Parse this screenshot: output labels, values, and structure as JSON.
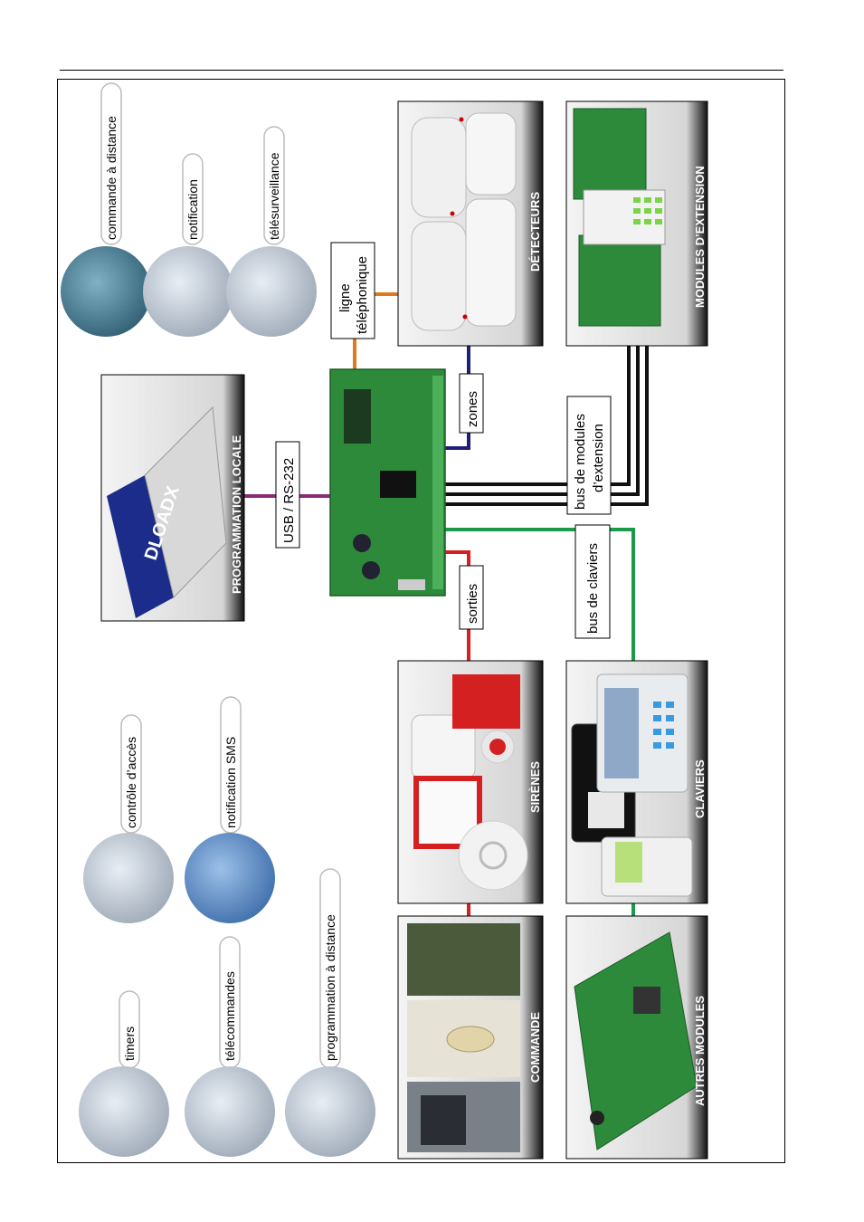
{
  "feature_labels": {
    "remote_control": "commande à distance",
    "notification": "notification",
    "telemonitoring": "télésurveillance",
    "access_control": "contrôle d’accès",
    "sms_notification": "notification SMS",
    "timers": "timers",
    "remote_controls": "télécommandes",
    "remote_programming": "programmation à distance"
  },
  "panels": {
    "local_programming": "PROGRAMMATION LOCALE",
    "detectors": "DÉTECTEURS",
    "expansion_modules": "MODULES D’EXTENSION",
    "sirens": "SIRÈNES",
    "keypads": "CLAVIERS",
    "control": "COMMANDE",
    "other_modules": "AUTRES MODULES"
  },
  "software": {
    "name": "DLOADX"
  },
  "connections": {
    "usb": "USB / RS-232",
    "phone_line": [
      "ligne",
      "téléphonique"
    ],
    "zones": "zones",
    "expansion_bus": [
      "bus de modules",
      "d’extension"
    ],
    "keypad_bus": "bus de claviers",
    "outputs": "sorties"
  },
  "colors": {
    "usb": "#8a2a7a",
    "phone": "#e07a1e",
    "zones": "#1f1f7a",
    "expansion_bus": "#111111",
    "keypad_bus": "#1a9a4a",
    "outputs": "#d42020",
    "board": "#2d8a3a"
  }
}
